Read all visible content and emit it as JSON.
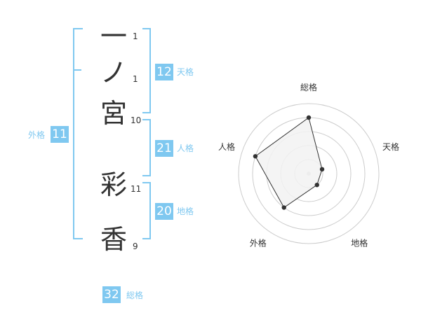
{
  "name": {
    "chars": [
      {
        "char": "一",
        "strokes": "1"
      },
      {
        "char": "ノ",
        "strokes": "1"
      },
      {
        "char": "宮",
        "strokes": "10"
      },
      {
        "char": "彩",
        "strokes": "11"
      },
      {
        "char": "香",
        "strokes": "9"
      }
    ]
  },
  "kaku": {
    "tenkaku": {
      "label": "天格",
      "value": "12"
    },
    "jinkaku": {
      "label": "人格",
      "value": "21"
    },
    "chikaku": {
      "label": "地格",
      "value": "20"
    },
    "gaikaku": {
      "label": "外格",
      "value": "11"
    },
    "soukaku": {
      "label": "総格",
      "value": "32"
    }
  },
  "chart_data": {
    "type": "radar",
    "categories": [
      "総格",
      "天格",
      "地格",
      "外格",
      "人格"
    ],
    "values": [
      4,
      1,
      1,
      3,
      4
    ],
    "rmax": 5,
    "rings": 5,
    "colors": {
      "ring": "#cccccc",
      "fill": "#f2f2f2",
      "line": "#333333",
      "point": "#333333",
      "center": "#cccccc"
    }
  }
}
